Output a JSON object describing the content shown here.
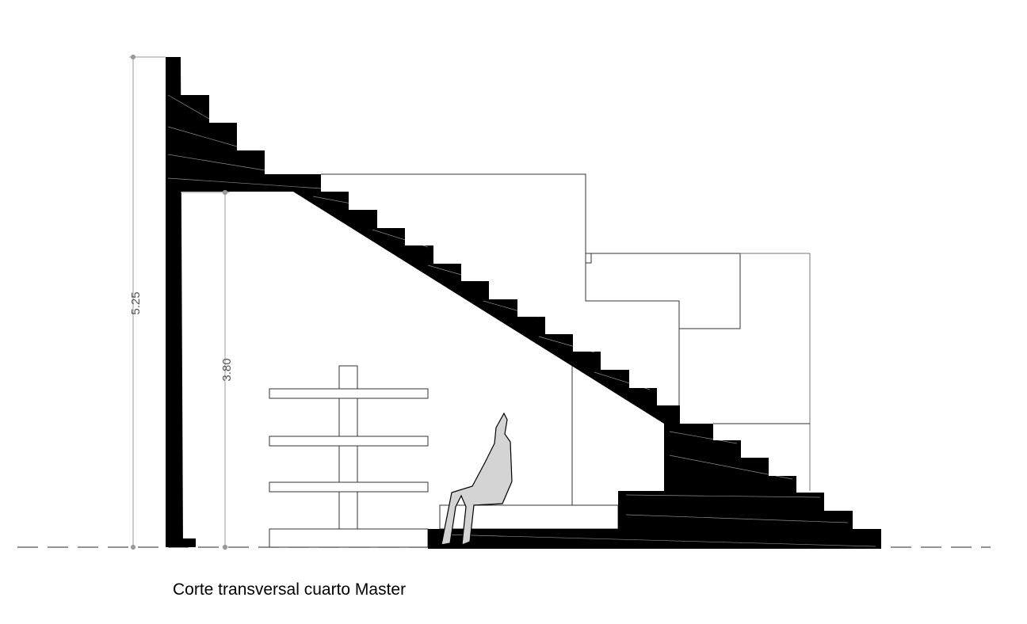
{
  "caption": "Corte transversal cuarto Master",
  "dimensions": {
    "total_height": "5.25",
    "lower_height": "3.80"
  },
  "colors": {
    "ink": "#000000",
    "dimension_line": "#9a9a9a",
    "figure_fill": "#d4d4d4",
    "background": "#ffffff"
  }
}
